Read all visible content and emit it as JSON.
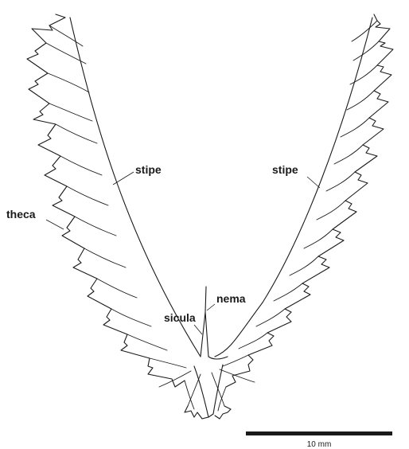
{
  "labels": {
    "stipe_left": "stipe",
    "stipe_right": "stipe",
    "theca": "theca",
    "nema": "nema",
    "sicula": "sicula"
  },
  "scale_bar": {
    "label": "10 mm"
  },
  "colors": {
    "ink": "#1a1a1a",
    "background": "#ffffff"
  }
}
